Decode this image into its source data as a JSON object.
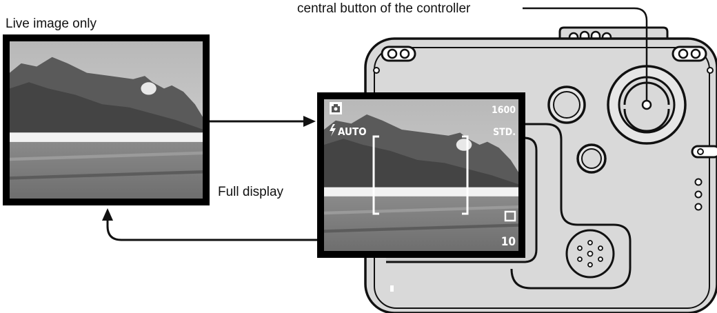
{
  "labels": {
    "live_image_only": "Live image only",
    "full_display": "Full display",
    "controller": "central button of the controller"
  },
  "osd": {
    "image_size": "1600",
    "quality": "STD.",
    "flash_mode": "AUTO",
    "frame_counter": "10"
  }
}
